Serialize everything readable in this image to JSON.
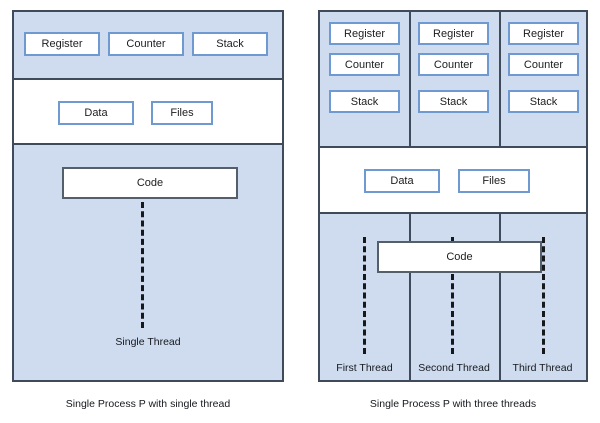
{
  "figure": {
    "title": "Single-threaded vs multi-threaded process diagram",
    "colors": {
      "panel_fill": "#cfdcef",
      "panel_border": "#3f4a5a",
      "box_border_blue": "#6f9ad1",
      "box_border_gray": "#555f6b",
      "box_fill": "#ffffff",
      "thread_line": "#16181c",
      "text": "#15181d",
      "background": "#ffffff"
    }
  },
  "left_panel": {
    "caption": "Single Process P with single thread",
    "top_section": {
      "boxes": [
        {
          "label": "Register"
        },
        {
          "label": "Counter"
        },
        {
          "label": "Stack"
        }
      ]
    },
    "middle_section": {
      "boxes": [
        {
          "label": "Data"
        },
        {
          "label": "Files"
        }
      ]
    },
    "bottom_section": {
      "code_box": {
        "label": "Code"
      },
      "threads": [
        {
          "label": "Single Thread"
        }
      ]
    }
  },
  "right_panel": {
    "caption": "Single Process P with three threads",
    "top_section": {
      "columns": [
        {
          "boxes": [
            {
              "label": "Register"
            },
            {
              "label": "Counter"
            },
            {
              "label": "Stack"
            }
          ]
        },
        {
          "boxes": [
            {
              "label": "Register"
            },
            {
              "label": "Counter"
            },
            {
              "label": "Stack"
            }
          ]
        },
        {
          "boxes": [
            {
              "label": "Register"
            },
            {
              "label": "Counter"
            },
            {
              "label": "Stack"
            }
          ]
        }
      ]
    },
    "middle_section": {
      "boxes": [
        {
          "label": "Data"
        },
        {
          "label": "Files"
        }
      ]
    },
    "bottom_section": {
      "code_box": {
        "label": "Code"
      },
      "threads": [
        {
          "label": "First Thread"
        },
        {
          "label": "Second Thread"
        },
        {
          "label": "Third Thread"
        }
      ]
    }
  }
}
